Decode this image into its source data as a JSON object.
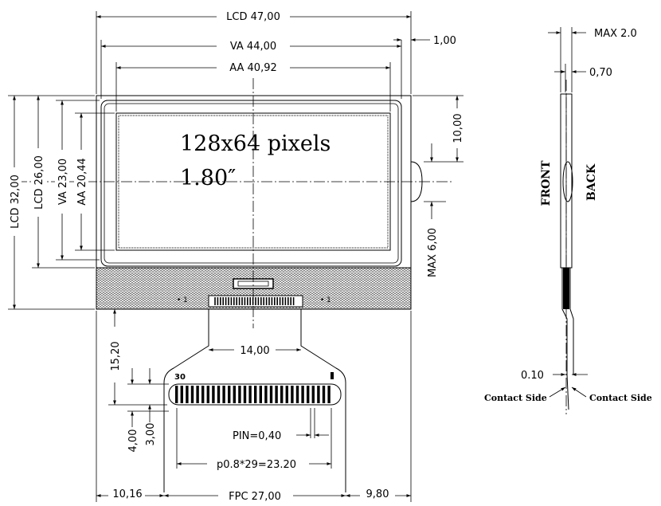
{
  "front_view": {
    "dims": {
      "lcd_width": "LCD 47,00",
      "va_width": "VA 44,00",
      "aa_width": "AA 40,92",
      "offset_top": "1,00",
      "lcd_height": "LCD 32,00",
      "lcd_height_inner": "LCD 26,00",
      "va_height": "VA 23,00",
      "aa_height": "AA 20,44",
      "side_offset": "10,00",
      "max_height": "MAX 6,00",
      "fpc_length": "15,20",
      "fpc_neck": "14,00",
      "pin_offset_a": "4,00",
      "pin_offset_b": "3,00",
      "pin_width": "PIN=0,40",
      "pin_pitch": "p0.8*29=23.20",
      "left_margin": "10,16",
      "fpc_width": "FPC 27,00",
      "right_margin": "9,80"
    },
    "display_text": {
      "line1": "128x64 pixels",
      "line2": "1.80″"
    },
    "pin_first": "30",
    "pin_last": "1"
  },
  "side_view": {
    "max_thickness": "MAX 2.0",
    "glass_thickness": "0,70",
    "fpc_thickness": "0.10",
    "front_label": "FRONT",
    "back_label": "BACK",
    "contact_left": "Contact Side",
    "contact_right": "Contact Side"
  }
}
